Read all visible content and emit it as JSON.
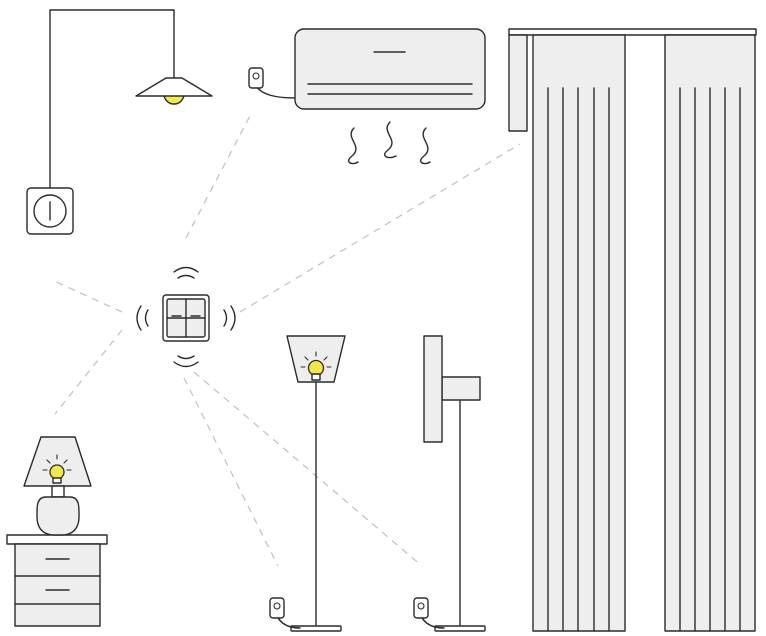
{
  "diagram": {
    "colors": {
      "line": "#2b2b2b",
      "fill": "#eeeeee",
      "bulb": "#f0e94b",
      "signal": "#c4c4c4",
      "background": "#ffffff"
    },
    "devices": [
      {
        "id": "hub",
        "icon": "smart-switch-icon"
      },
      {
        "id": "wall-switch",
        "icon": "wall-switch-icon"
      },
      {
        "id": "pendant-lamp",
        "icon": "pendant-lamp-icon"
      },
      {
        "id": "air-conditioner",
        "icon": "air-conditioner-icon"
      },
      {
        "id": "curtains",
        "icon": "curtain-icon"
      },
      {
        "id": "table-lamp",
        "icon": "table-lamp-icon"
      },
      {
        "id": "nightstand",
        "icon": "nightstand-icon"
      },
      {
        "id": "floor-lamp",
        "icon": "floor-lamp-icon"
      },
      {
        "id": "standing-fan",
        "icon": "standing-fan-icon"
      }
    ]
  }
}
